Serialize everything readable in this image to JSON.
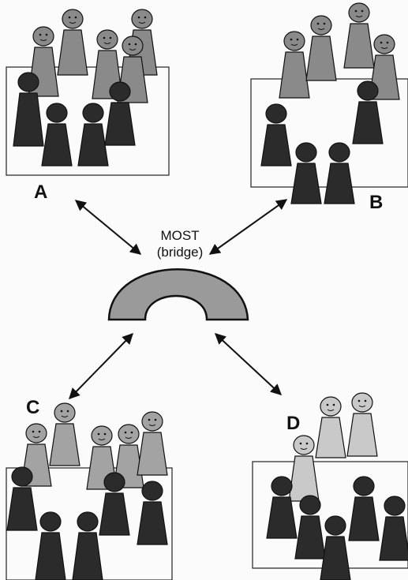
{
  "labels": {
    "a": "A",
    "b": "B",
    "c": "C",
    "d": "D"
  },
  "center": {
    "line1": "MOST",
    "line2": "(bridge)"
  },
  "colors": {
    "dark_figure": "#2b2b2b",
    "grey_figure": "#8a8a8a",
    "medium_grey_figure": "#a3a3a3",
    "light_figure": "#c9c9c9",
    "bridge": "#9a9a9a",
    "stroke": "#111111"
  }
}
